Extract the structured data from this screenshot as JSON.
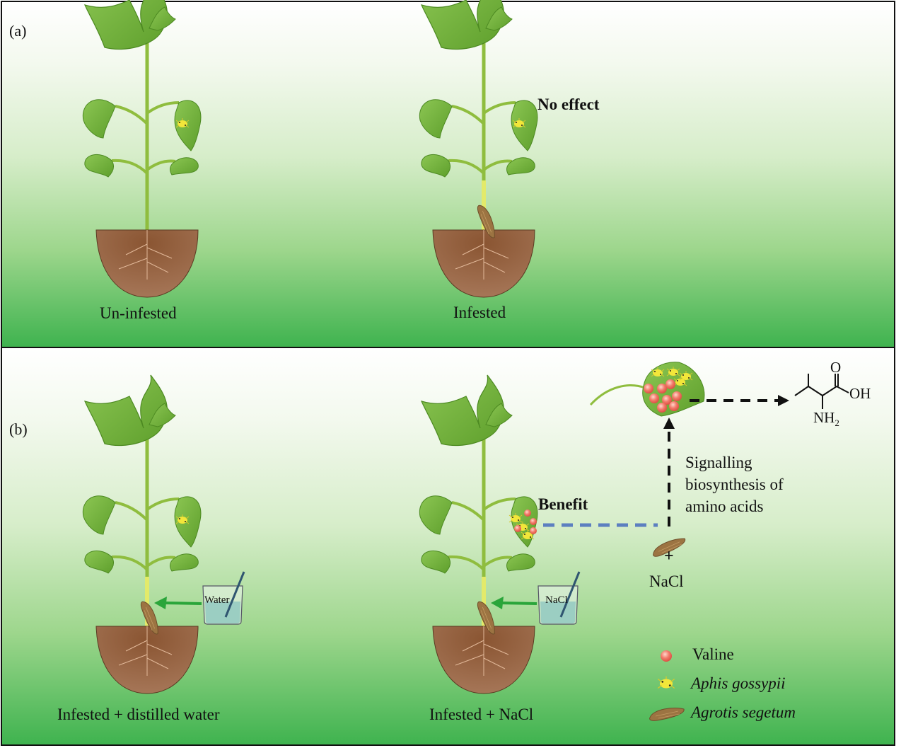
{
  "panel_a": {
    "label": "(a)",
    "plants": [
      {
        "caption": "Un-infested",
        "infested": false
      },
      {
        "caption": "Infested",
        "infested": true
      }
    ],
    "effect_label": "No effect"
  },
  "panel_b": {
    "label": "(b)",
    "plants": [
      {
        "caption": "Infested + distilled water",
        "beaker_label": "Water"
      },
      {
        "caption": "Infested + NaCl",
        "beaker_label": "NaCl"
      }
    ],
    "effect_label": "Benefit",
    "pathway_note": "Signalling\nbiosynthesis of\namino acids",
    "treatment_plus": "+",
    "treatment_label": "NaCl",
    "molecule": {
      "name": "Valine",
      "groups": [
        "O",
        "OH",
        "NH",
        "2"
      ]
    },
    "legend": [
      {
        "icon": "valine-dot-icon",
        "label": "Valine",
        "italic": false
      },
      {
        "icon": "aphid-icon",
        "label": "Aphis gossypii",
        "italic": true
      },
      {
        "icon": "caterpillar-icon",
        "label": "Agrotis segetum",
        "italic": true
      }
    ]
  },
  "colors": {
    "leaf": "#74b43a",
    "leaf_dark": "#4d8a22",
    "stem": "#8fbd3e",
    "stem_infested": "#e3ea6a",
    "soil": "#8a5a3a",
    "valine": "#ee6a5e",
    "aphid": "#f2e63a",
    "caterpillar": "#9c7442",
    "arrow_green": "#2aa53a",
    "benefit_dash": "#5c7fc0"
  }
}
